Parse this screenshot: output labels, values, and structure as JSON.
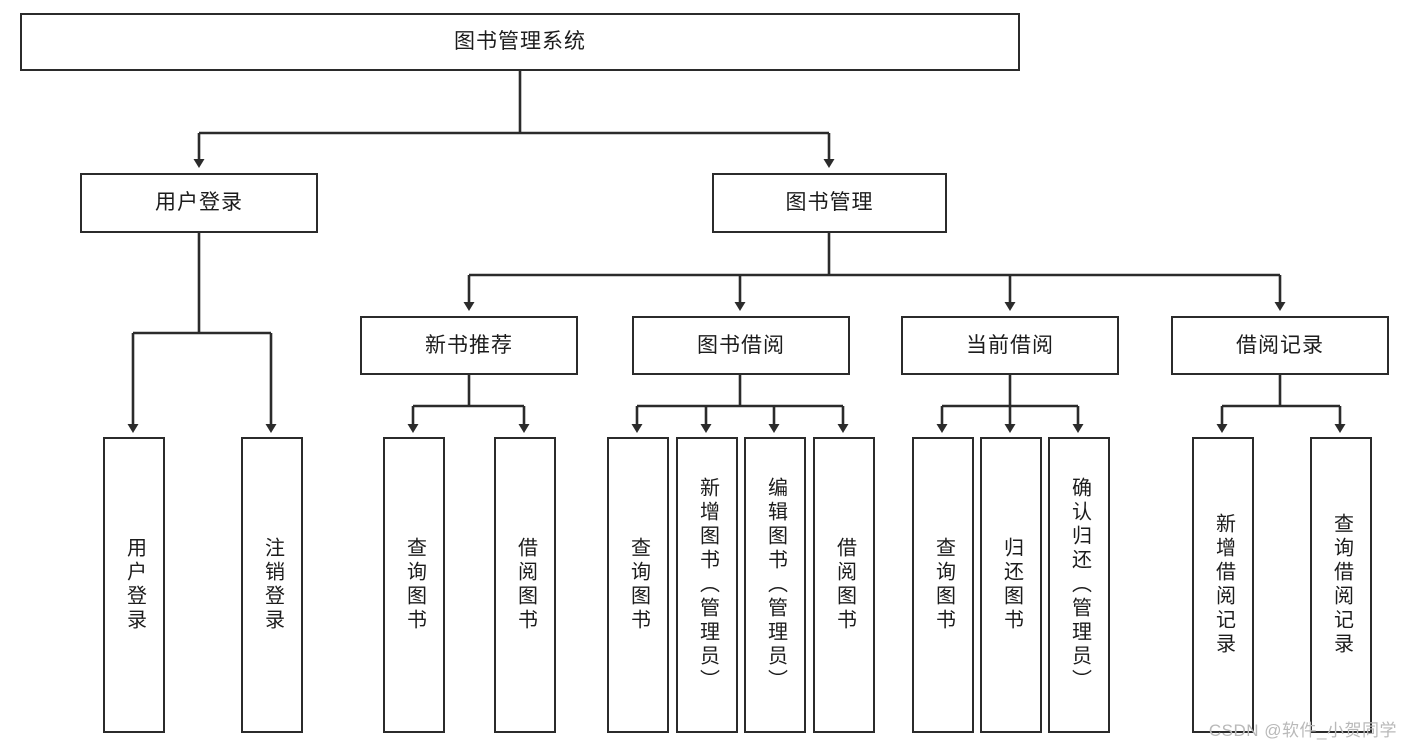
{
  "diagram": {
    "title": "图书管理系统",
    "type": "tree",
    "watermark": "CSDN @软件_小贺同学",
    "colors": {
      "stroke": "#2b2b2b",
      "fill": "#ffffff",
      "text": "#1c1c1c",
      "watermark": "#b9b9b9"
    },
    "root": {
      "label": "图书管理系统"
    },
    "level2": [
      {
        "label": "用户登录"
      },
      {
        "label": "图书管理"
      }
    ],
    "level3": [
      {
        "label": "新书推荐"
      },
      {
        "label": "图书借阅"
      },
      {
        "label": "当前借阅"
      },
      {
        "label": "借阅记录"
      }
    ],
    "leaves": {
      "user_login": [
        {
          "label": "用户登录"
        },
        {
          "label": "注销登录"
        }
      ],
      "new_book_recommend": [
        {
          "label": "查询图书"
        },
        {
          "label": "借阅图书"
        }
      ],
      "book_borrow": [
        {
          "label": "查询图书"
        },
        {
          "label": "新增图书（管理员）"
        },
        {
          "label": "编辑图书（管理员）"
        },
        {
          "label": "借阅图书"
        }
      ],
      "current_borrow": [
        {
          "label": "查询图书"
        },
        {
          "label": "归还图书"
        },
        {
          "label": "确认归还（管理员）"
        }
      ],
      "borrow_record": [
        {
          "label": "新增借阅记录"
        },
        {
          "label": "查询借阅记录"
        }
      ]
    }
  }
}
